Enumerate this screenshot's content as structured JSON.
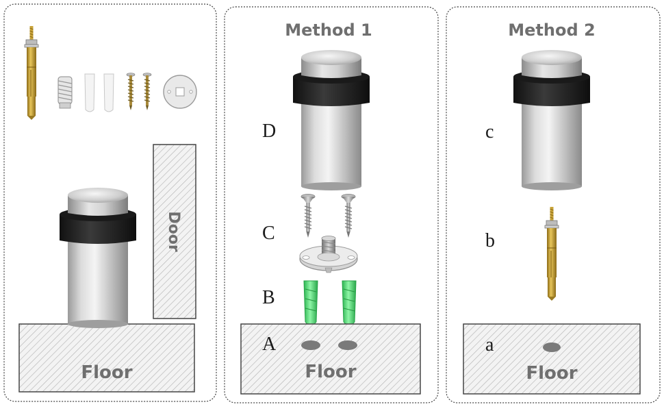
{
  "panels": {
    "left": {
      "door_label": "Door",
      "floor_label": "Floor"
    },
    "method1": {
      "title": "Method 1",
      "step_labels": [
        "D",
        "C",
        "B",
        "A"
      ],
      "floor_label": "Floor"
    },
    "method2": {
      "title": "Method 2",
      "step_labels": [
        "c",
        "b",
        "a"
      ],
      "floor_label": "Floor"
    }
  },
  "colors": {
    "panel_border": "#444444",
    "hatch_fill": "#f2f2f2",
    "hatch_line": "#b5b5b5",
    "steel": "#c8c8c8",
    "rubber": "#222222",
    "brass": "#c9a43a",
    "anchor_plug": "#55e07a"
  }
}
